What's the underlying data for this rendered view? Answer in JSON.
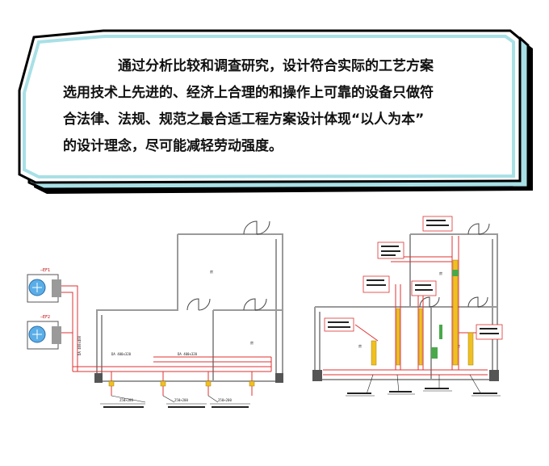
{
  "intro_panel": {
    "lines": [
      "通过分析比较和调查研究，设计符合实际的工艺方案",
      "选用技术上先进的、经济上合理的和操作上可靠的设备只做符",
      "合法律、法规、规范之最合适工程方案设计体现“以人为本”",
      "的设计理念，尽可能减轻劳动强度。"
    ],
    "colors": {
      "border": "#000000",
      "fill": "#ffffff",
      "accent": "#a8e0e6"
    }
  },
  "left_drawing": {
    "duct_labels": [
      "DA 400x400",
      "DA 400x320",
      "DA 400x320"
    ],
    "callouts": [
      "250×200",
      "250×200",
      "250×200"
    ],
    "colors": {
      "wall": "#9a9a9a",
      "duct": "#e03030",
      "fan": "#5aaee8"
    }
  },
  "right_drawing": {
    "colors": {
      "wall": "#9a9a9a",
      "duct": "#e03030",
      "pipe": "#f0c020",
      "label_fill": "#ffffff"
    }
  }
}
